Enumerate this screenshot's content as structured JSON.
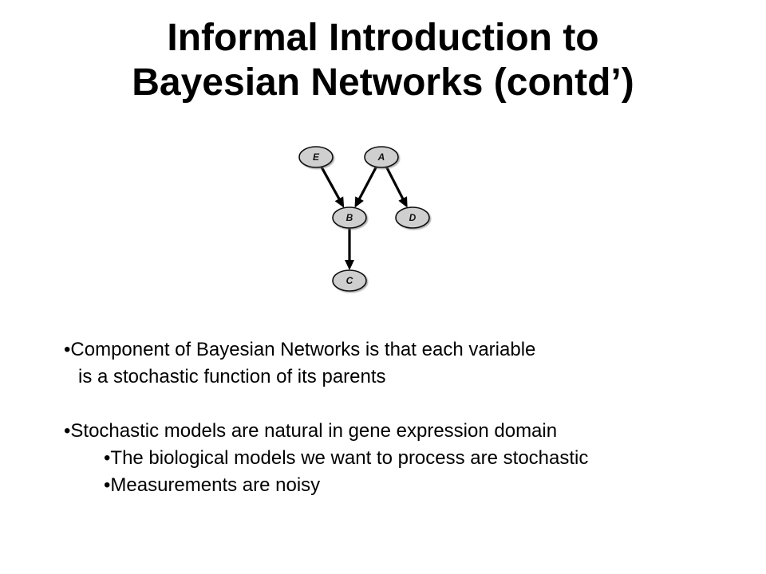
{
  "slide": {
    "title_line1": "Informal Introduction to",
    "title_line2": "Bayesian Networks (contd’)"
  },
  "diagram": {
    "nodes": [
      {
        "id": "E",
        "label": "E"
      },
      {
        "id": "A",
        "label": "A"
      },
      {
        "id": "B",
        "label": "B"
      },
      {
        "id": "D",
        "label": "D"
      },
      {
        "id": "C",
        "label": "C"
      }
    ],
    "edges": [
      {
        "from": "E",
        "to": "B"
      },
      {
        "from": "A",
        "to": "B"
      },
      {
        "from": "A",
        "to": "D"
      },
      {
        "from": "B",
        "to": "C"
      }
    ],
    "colors": {
      "node_fill": "#cfcfcf",
      "node_stroke": "#111111",
      "edge": "#000000"
    }
  },
  "bullets": {
    "b1_line1": "•Component of Bayesian Networks is that each variable",
    "b1_line2": "is a stochastic function of its parents",
    "b2": "•Stochastic models are natural in gene expression domain",
    "b2_sub1": "•The biological models we want to process are stochastic",
    "b2_sub2": "•Measurements are noisy"
  }
}
